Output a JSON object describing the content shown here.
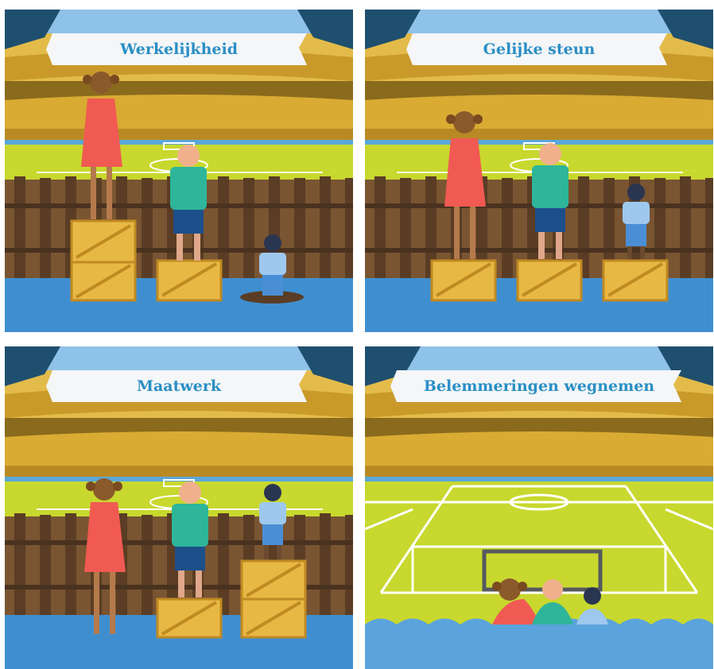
{
  "panels": [
    {
      "id": "reality",
      "title": "Werkelijkheid"
    },
    {
      "id": "equality",
      "title": "Gelijke steun"
    },
    {
      "id": "equity",
      "title": "Maatwerk"
    },
    {
      "id": "justice",
      "title": "Belemmeringen wegnemen"
    }
  ],
  "colors": {
    "sky": "#7cb7e3",
    "stadium_roof": "#1f4f6e",
    "stands_dark": "#8a6a1c",
    "stands_mid": "#c99a2a",
    "stands_light": "#e3bb4a",
    "pitch": "#c8d82e",
    "fence_dark": "#4a3220",
    "fence_light": "#7a5532",
    "ground": "#3f8fd0",
    "crate": "#e8b844",
    "crate_edge": "#c08a22",
    "girl_dress": "#f05a52",
    "boy_shirt": "#2fb59a",
    "boy_shorts": "#1d4f8a",
    "kid_shorts": "#4a8fd6",
    "banner": "#f4f6f8"
  },
  "icons": [
    "stadium-icon",
    "crate-icon",
    "fence-icon",
    "goal-icon"
  ]
}
